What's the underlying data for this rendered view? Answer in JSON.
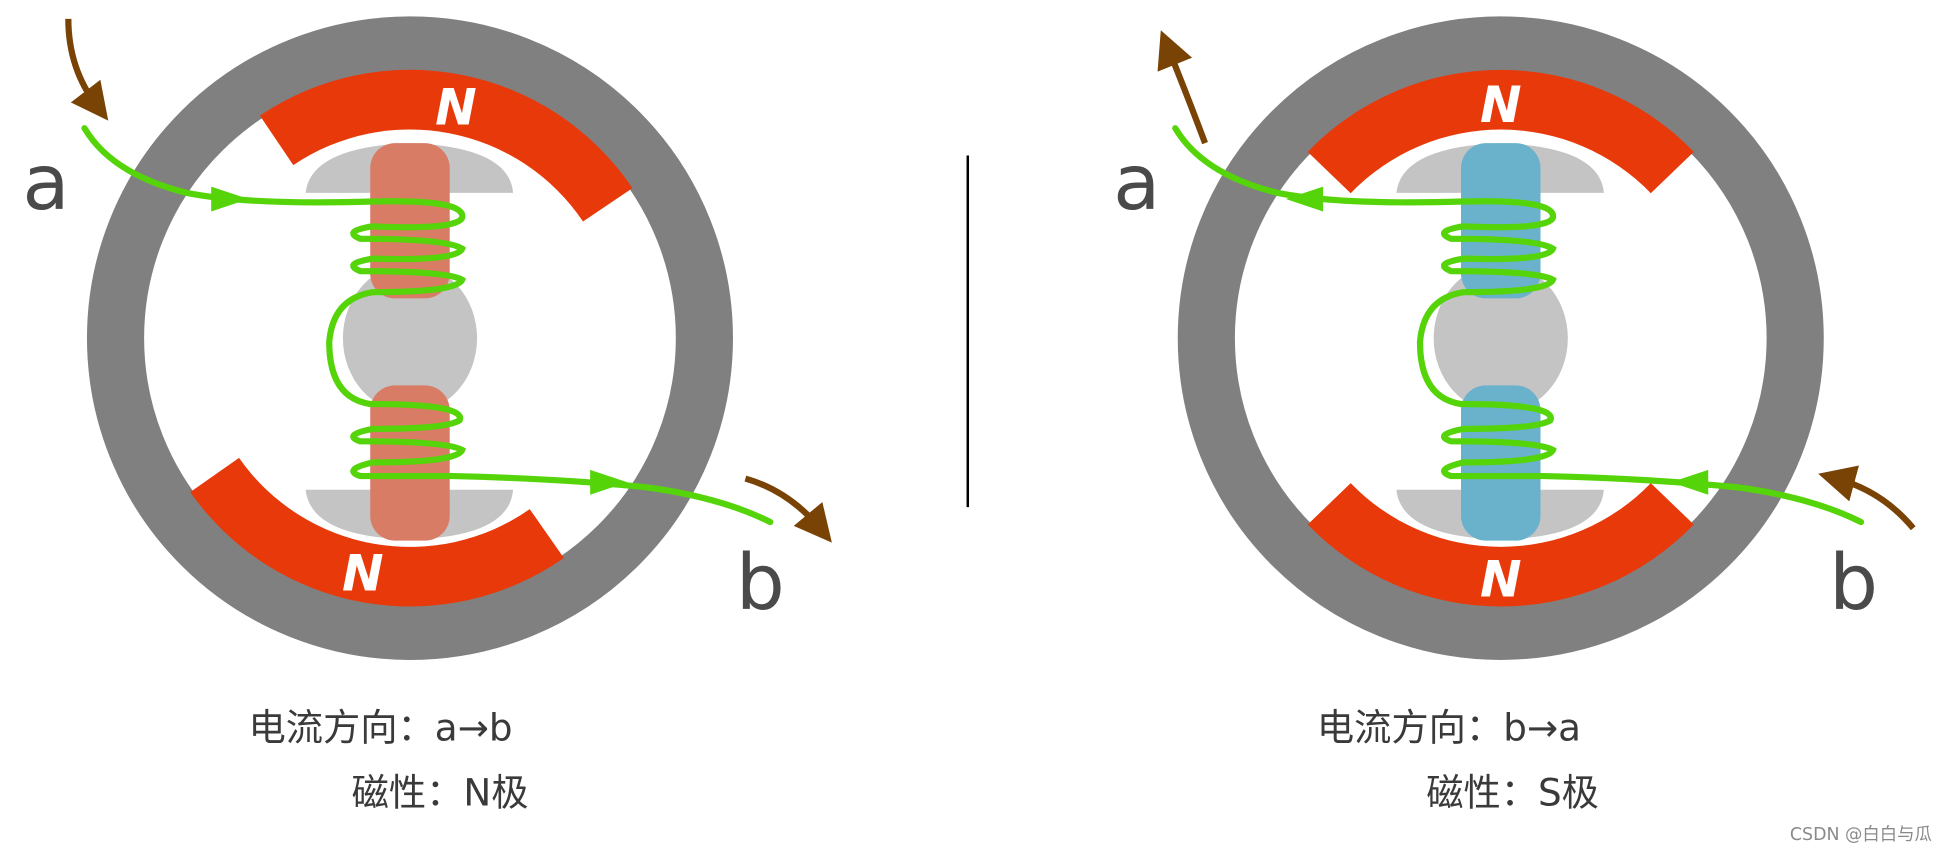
{
  "left": {
    "terminal_a": "a",
    "terminal_b": "b",
    "pole_top": "N",
    "pole_bottom": "N",
    "current_line": "电流方向：a→b",
    "magnetism_line": "磁性：N极",
    "rotor_color": "#d97c66"
  },
  "right": {
    "terminal_a": "a",
    "terminal_b": "b",
    "pole_top": "N",
    "pole_bottom": "N",
    "current_line": "电流方向：b→a",
    "magnetism_line": "磁性：S极",
    "rotor_color": "#6ab2cc"
  },
  "watermark": "CSDN @白白与瓜",
  "colors": {
    "ring": "#808080",
    "magnet": "#e8390a",
    "wire": "#55d40a",
    "arrow": "#7a4306",
    "cap": "#c4c4c4"
  }
}
